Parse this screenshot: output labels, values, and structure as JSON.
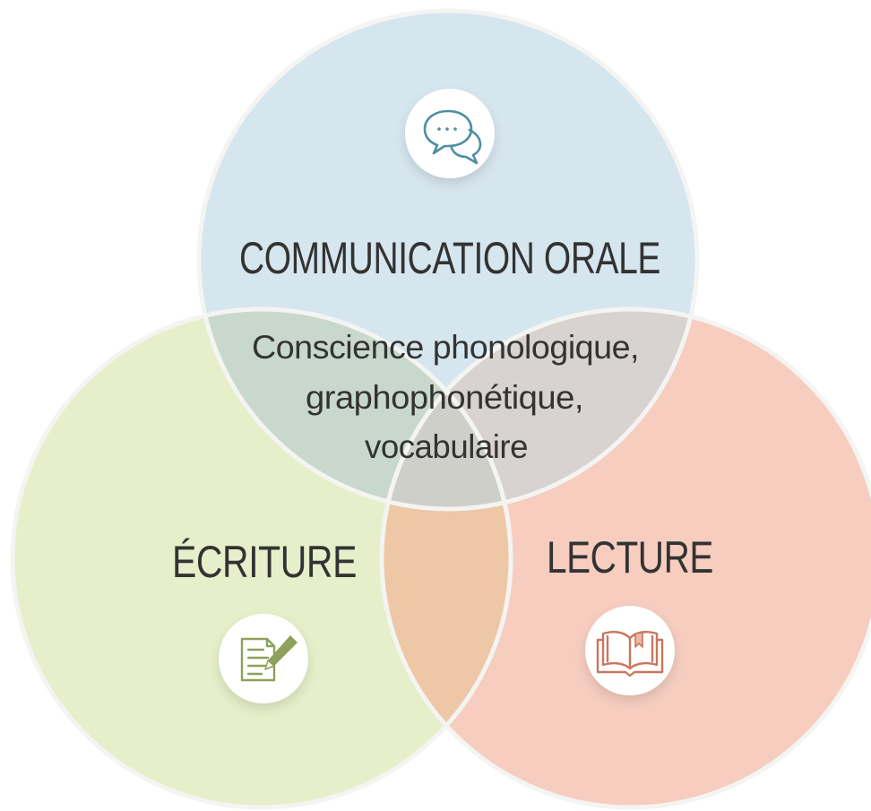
{
  "diagram": {
    "type": "venn",
    "circles": [
      {
        "id": "communication",
        "label": "COMMUNICATION ORALE",
        "fill": "#d6e6ee",
        "icon": "speech-bubbles-icon",
        "icon_color": "#4b8fa2"
      },
      {
        "id": "ecriture",
        "label": "ÉCRITURE",
        "fill": "#e6efc9",
        "icon": "document-pencil-icon",
        "icon_color": "#8ea05a"
      },
      {
        "id": "lecture",
        "label": "LECTURE",
        "fill": "#f6cdbf",
        "icon": "open-book-icon",
        "icon_color": "#c9765e"
      }
    ],
    "intersection": {
      "lines": [
        "Conscience phonologique,",
        "graphophonétique,",
        "vocabulaire"
      ]
    },
    "colors": {
      "overlap_top_left": "#c9d8cd",
      "overlap_top_right": "#d8d2d0",
      "overlap_bottom": "#eec7a6",
      "overlap_center": "#cfcfca",
      "circle_outline": "#f4f4f2",
      "text": "#333333"
    }
  }
}
